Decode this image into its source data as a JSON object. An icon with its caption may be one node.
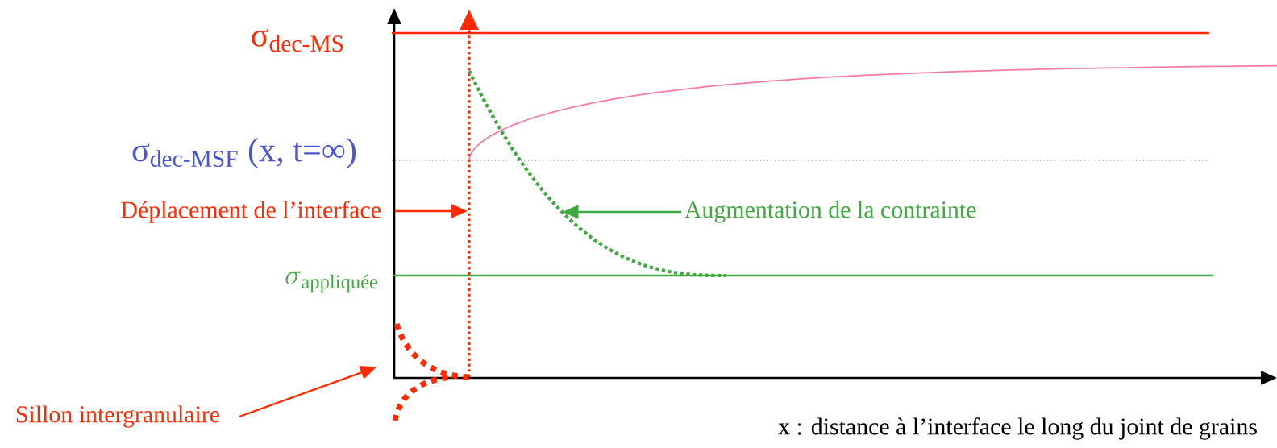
{
  "diagram": {
    "nodes": [
      {
        "text": [
          "Sillon intergranulaire"
        ]
      },
      {
        "text": [],
        "shape": "curve"
      },
      {
        "text": [
          "Augmentation de la contrainte"
        ]
      }
    ],
    "edges": [
      {
        "from": 0,
        "to": 1,
        "arrow": "to",
        "color": "#ff2a00"
      },
      {
        "from": 2,
        "to": null,
        "arrow": "to",
        "color": "#3faa3f"
      }
    ],
    "labels": [
      "σ$_{dec-MS}$",
      "σ$_{dec-MSF}$ (x, t=∞)",
      "Déplacement de l’interface",
      "\\sigma_{\\text{appliquée}}",
      "x : distance à l’interface le long du joint de grains"
    ]
  }
}
